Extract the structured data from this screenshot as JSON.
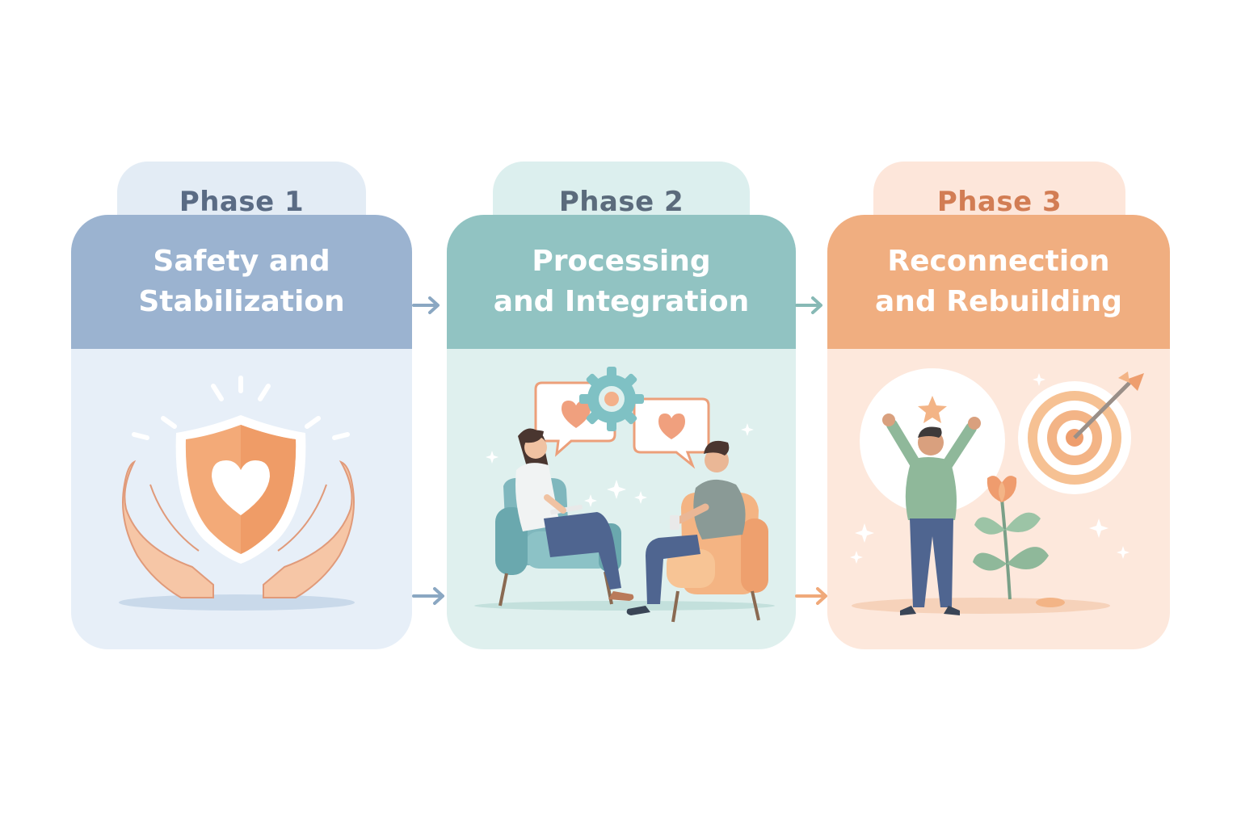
{
  "phases": [
    {
      "tab": "Phase 1",
      "title_line1": "Safety and",
      "title_line2": "Stabilization",
      "colors": {
        "tab_bg": "#e3ecf5",
        "tab_text": "#5a6b84",
        "header_bg": "#9bb3d0",
        "body_bg": "#e7eff8"
      }
    },
    {
      "tab": "Phase 2",
      "title_line1": "Processing",
      "title_line2": "and Integration",
      "colors": {
        "tab_bg": "#dcefee",
        "tab_text": "#5b6b7c",
        "header_bg": "#91c3c2",
        "body_bg": "#dff0ee"
      }
    },
    {
      "tab": "Phase 3",
      "title_line1": "Reconnection",
      "title_line2": "and Rebuilding",
      "colors": {
        "tab_bg": "#fde6da",
        "tab_text": "#d27d54",
        "header_bg": "#f0ae80",
        "body_bg": "#fde8dc"
      }
    }
  ],
  "illustrations": [
    "hands-holding-heart-shield",
    "therapy-conversation",
    "celebration-growth-target"
  ],
  "connectors": [
    "arrow-right-icon",
    "arrow-right-icon",
    "arrow-right-icon",
    "arrow-right-icon"
  ]
}
